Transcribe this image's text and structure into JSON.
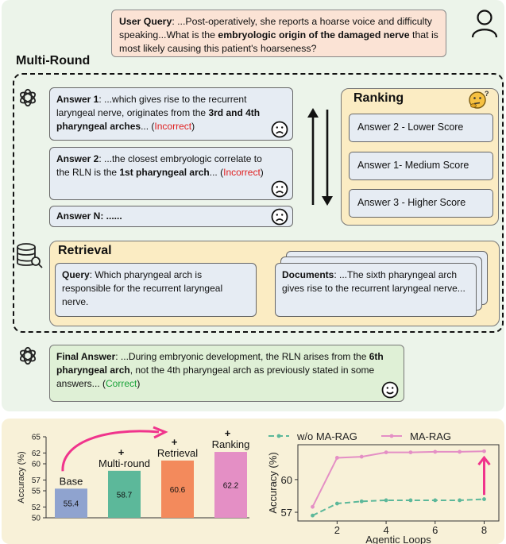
{
  "user_query": {
    "label": "User Query",
    "text1": ": ...Post-operatively, she reports a hoarse voice and difficulty speaking...What is the ",
    "bold": "embryologic origin of the damaged nerve",
    "text2": " that is most likely causing this patient's hoarseness?"
  },
  "multi_round_label": "Multi-Round",
  "answers": [
    {
      "label": "Answer 1",
      "text1": ": ...which gives rise to the recurrent laryngeal nerve, originates from the ",
      "bold": "3rd and 4th pharyngeal arches",
      "text2": "... (",
      "status": "Incorrect",
      "text3": ")"
    },
    {
      "label": "Answer 2",
      "text1": ": ...the closest embryologic correlate to the RLN is the ",
      "bold": "1st pharyngeal arch",
      "text2": "... (",
      "status": "Incorrect",
      "text3": ")"
    },
    {
      "label": "Answer N: ......"
    }
  ],
  "ranking": {
    "title": "Ranking",
    "items": [
      "Answer 2 - Lower Score",
      "Answer 1- Medium Score",
      "Answer 3 - Higher Score"
    ]
  },
  "retrieval": {
    "title": "Retrieval",
    "query_label": "Query",
    "query_text": ": Which pharyngeal arch is responsible for the recurrent laryngeal nerve.",
    "docs_label": "Documents",
    "docs_text": ": ...The sixth pharyngeal arch gives rise to the recurrent laryngeal nerve..."
  },
  "final_answer": {
    "label": "Final Answer",
    "text1": ": ...During embryonic development, the RLN arises from the ",
    "bold": "6th pharyngeal arch",
    "text2": ", not the 4th pharyngeal arch as previously stated in some answers... (",
    "status": "Correct",
    "text3": ")"
  },
  "colors": {
    "incorrect": "#e02020",
    "correct": "#1aa33a",
    "accent_arrow": "#f0348c"
  },
  "chart_data": [
    {
      "type": "bar",
      "categories": [
        "Base",
        "Multi-round",
        "Retrieval",
        "Ranking"
      ],
      "plus_marks": [
        "",
        "+",
        "+",
        "+"
      ],
      "values": [
        55.4,
        58.7,
        60.6,
        62.2
      ],
      "value_labels": [
        "55.4",
        "58.7",
        "60.6",
        "62.2"
      ],
      "colors": [
        "#8fa3cf",
        "#5cb89a",
        "#f38a5c",
        "#e48fc5"
      ],
      "ylabel": "Accuracy (%)",
      "ylim": [
        50,
        65
      ],
      "yticks": [
        50,
        52,
        55,
        57,
        60,
        62,
        65
      ]
    },
    {
      "type": "line",
      "xlabel": "Agentic Loops",
      "ylabel": "Accuracy (%)",
      "x": [
        1,
        2,
        3,
        4,
        5,
        6,
        7,
        8
      ],
      "xticks": [
        2,
        4,
        6,
        8
      ],
      "yticks": [
        57,
        60
      ],
      "ylim": [
        56.2,
        63.2
      ],
      "xlim": [
        0.4,
        8.6
      ],
      "legend_placement": "top",
      "series": [
        {
          "name": "w/o MA-RAG",
          "values": [
            56.7,
            57.8,
            58.0,
            58.1,
            58.1,
            58.1,
            58.1,
            58.2
          ],
          "color": "#5cb89a",
          "style": "dashed"
        },
        {
          "name": "MA-RAG",
          "values": [
            57.5,
            62.0,
            62.1,
            62.5,
            62.5,
            62.55,
            62.55,
            62.6
          ],
          "color": "#e48fc5",
          "style": "solid"
        }
      ]
    }
  ]
}
